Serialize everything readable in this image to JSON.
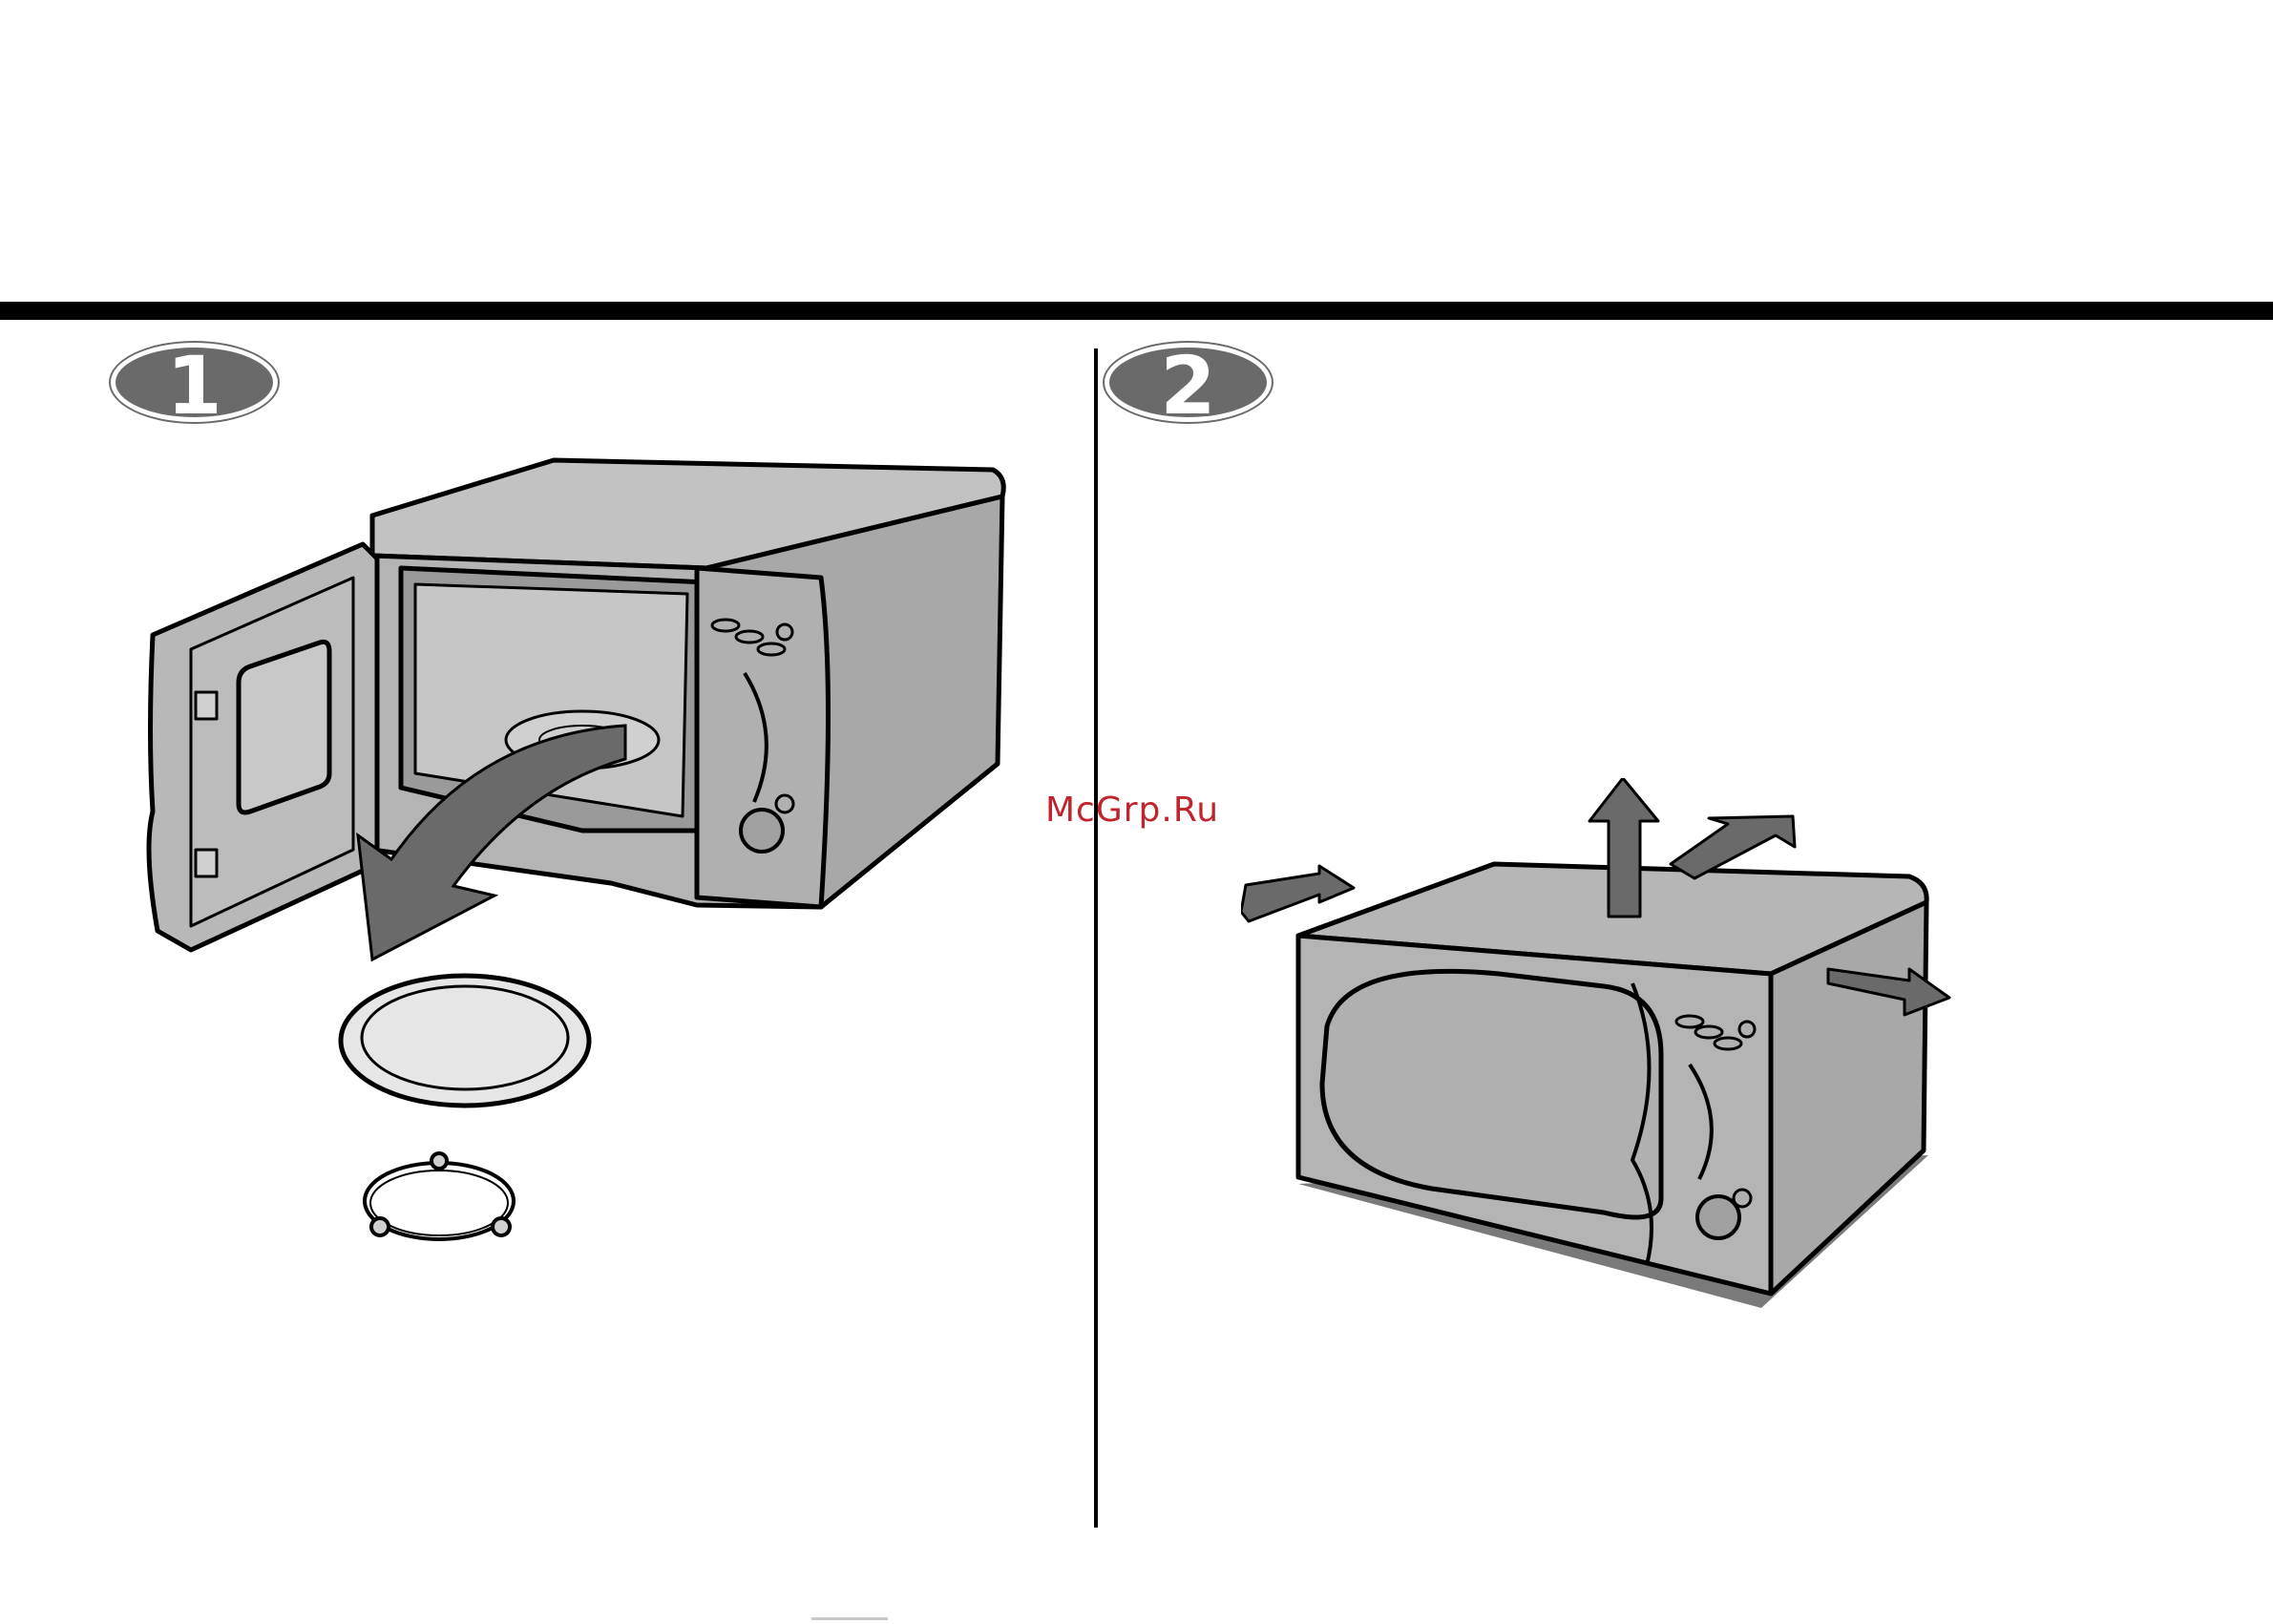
{
  "page": {
    "background": "#ffffff",
    "rule_color": "#000000"
  },
  "steps": [
    {
      "number": "1",
      "badge_color": "#6a6a6a"
    },
    {
      "number": "2",
      "badge_color": "#6a6a6a"
    }
  ],
  "watermark": {
    "text": "McGrp.Ru",
    "color": "#c0242c"
  },
  "illustrations": {
    "step1": "open-microwave-remove-tray-and-roller-ring",
    "step2": "microwave-ventilation-clearance-arrows"
  },
  "colors": {
    "appliance_fill": "#b4b4b4",
    "arrow_fill": "#6a6a6a",
    "tray_fill": "#e6e6e6",
    "outline": "#000000"
  }
}
